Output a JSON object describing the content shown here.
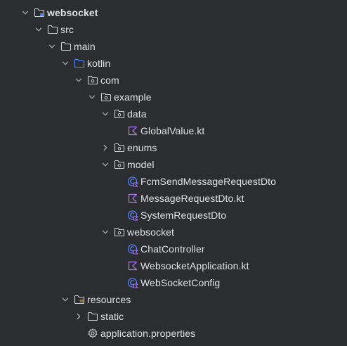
{
  "colors": {
    "background": "#2b2d30",
    "text": "#dfe1e5",
    "chevron": "#a6a9af",
    "folder": "#ced0d6",
    "source_root": "#548af7",
    "resource_root": "#d9a343",
    "kotlin_file": "#b07cf0",
    "kotlin_class": "#548af7"
  },
  "tree": [
    {
      "label": "websocket",
      "depth": 0,
      "expanded": true,
      "icon": "module-folder-icon",
      "bold": true
    },
    {
      "label": "src",
      "depth": 1,
      "expanded": true,
      "icon": "folder-icon"
    },
    {
      "label": "main",
      "depth": 2,
      "expanded": true,
      "icon": "folder-icon"
    },
    {
      "label": "kotlin",
      "depth": 3,
      "expanded": true,
      "icon": "source-root-folder-icon"
    },
    {
      "label": "com",
      "depth": 4,
      "expanded": true,
      "icon": "package-icon"
    },
    {
      "label": "example",
      "depth": 5,
      "expanded": true,
      "icon": "package-icon"
    },
    {
      "label": "data",
      "depth": 6,
      "expanded": true,
      "icon": "package-icon"
    },
    {
      "label": "GlobalValue.kt",
      "depth": 7,
      "icon": "kotlin-file-icon"
    },
    {
      "label": "enums",
      "depth": 6,
      "expanded": false,
      "icon": "package-icon"
    },
    {
      "label": "model",
      "depth": 6,
      "expanded": true,
      "icon": "package-icon"
    },
    {
      "label": "FcmSendMessageRequestDto",
      "depth": 7,
      "icon": "kotlin-class-icon"
    },
    {
      "label": "MessageRequestDto.kt",
      "depth": 7,
      "icon": "kotlin-file-icon"
    },
    {
      "label": "SystemRequestDto",
      "depth": 7,
      "icon": "kotlin-class-icon"
    },
    {
      "label": "websocket",
      "depth": 6,
      "expanded": true,
      "icon": "package-icon"
    },
    {
      "label": "ChatController",
      "depth": 7,
      "icon": "kotlin-class-icon"
    },
    {
      "label": "WebsocketApplication.kt",
      "depth": 7,
      "icon": "kotlin-file-icon"
    },
    {
      "label": "WebSocketConfig",
      "depth": 7,
      "icon": "kotlin-class-icon"
    },
    {
      "label": "resources",
      "depth": 3,
      "expanded": true,
      "icon": "resources-root-folder-icon"
    },
    {
      "label": "static",
      "depth": 4,
      "expanded": false,
      "icon": "folder-icon"
    },
    {
      "label": "application.properties",
      "depth": 4,
      "icon": "properties-gear-icon"
    }
  ]
}
